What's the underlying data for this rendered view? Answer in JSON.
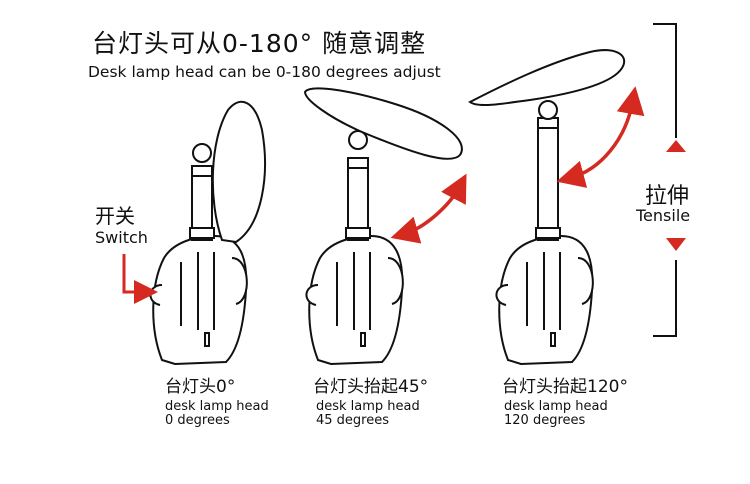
{
  "title": {
    "cn": "台灯头可从0-180° 随意调整",
    "en": "Desk lamp head can be 0-180 degrees adjust"
  },
  "switch_label": {
    "cn": "开关",
    "en": "Switch"
  },
  "tensile_label": {
    "cn": "拉伸",
    "en": "Tensile"
  },
  "lamps": [
    {
      "caption_cn": "台灯头0°",
      "caption_en_1": "desk lamp head",
      "caption_en_2": "0 degrees"
    },
    {
      "caption_cn": "台灯头抬起45°",
      "caption_en_1": "desk lamp head",
      "caption_en_2": "45 degrees"
    },
    {
      "caption_cn": "台灯头抬起120°",
      "caption_en_1": "desk lamp head",
      "caption_en_2": "120 degrees"
    }
  ],
  "colors": {
    "arrow": "#d42a1f",
    "line": "#111111",
    "background": "#ffffff"
  }
}
